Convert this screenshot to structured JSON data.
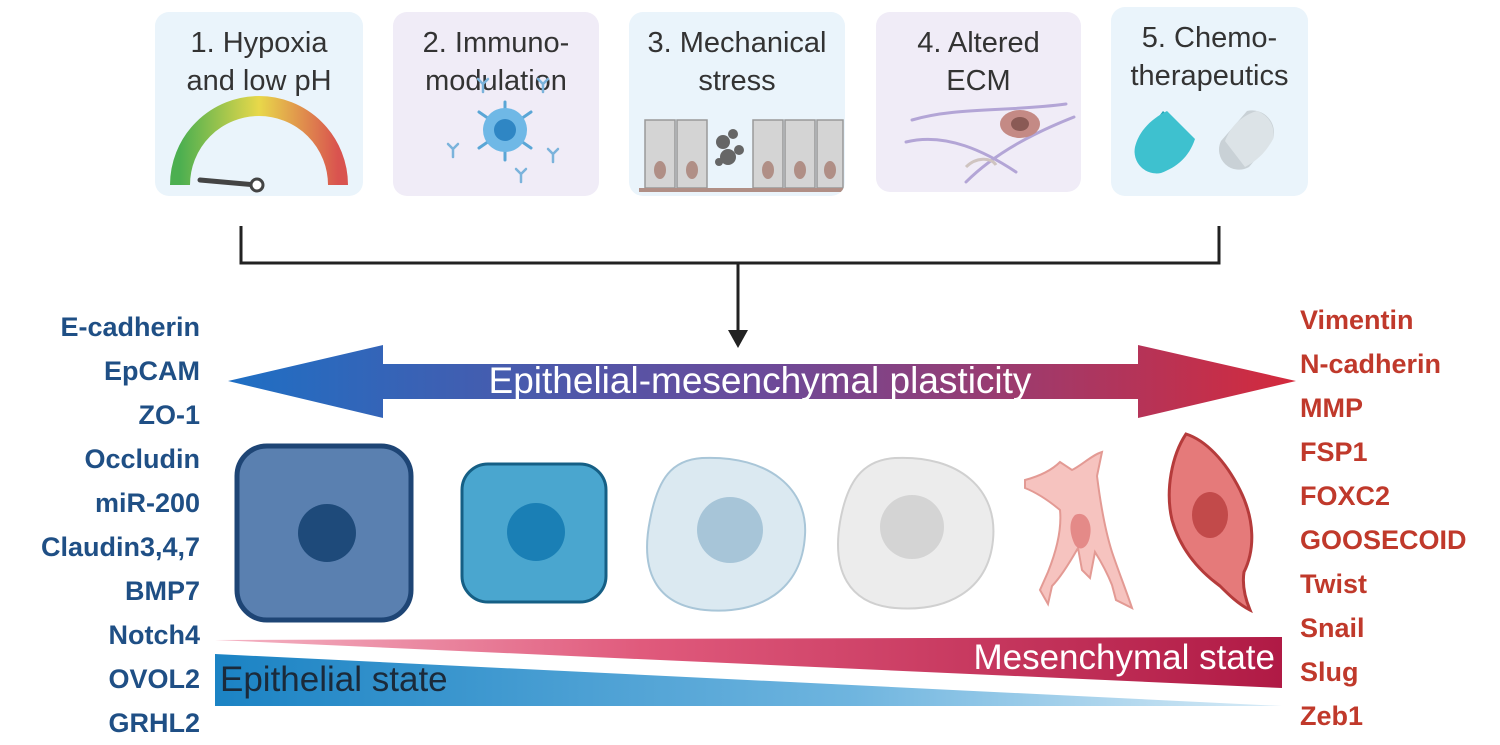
{
  "factors": [
    {
      "label": "1. Hypoxia\nand low pH",
      "bg": "#eaf4fb",
      "icon": "gauge-icon"
    },
    {
      "label": "2. Immuno-\nmodulation",
      "bg": "#f0ecf7",
      "icon": "immune-cell-icon"
    },
    {
      "label": "3. Mechanical\nstress",
      "bg": "#eaf4fb",
      "icon": "epithelium-icon"
    },
    {
      "label": "4. Altered\nECM",
      "bg": "#f0ecf7",
      "icon": "ecm-fibers-icon"
    },
    {
      "label": "5. Chemo-\ntherapeutics",
      "bg": "#eaf4fb",
      "icon": "pill-capsule-icon"
    }
  ],
  "arrow_label": "Epithelial-mesenchymal plasticity",
  "epithelial_markers": [
    "E-cadherin",
    "EpCAM",
    "ZO-1",
    "Occludin",
    "miR-200",
    "Claudin3,4,7",
    "BMP7",
    "Notch4",
    "OVOL2",
    "GRHL2"
  ],
  "mesenchymal_markers": [
    "Vimentin",
    "N-cadherin",
    "MMP",
    "FSP1",
    "FOXC2",
    "GOOSECOID",
    "Twist",
    "Snail",
    "Slug",
    "Zeb1"
  ],
  "mesenchymal_state_label": "Mesenchymal state",
  "epithelial_state_label": "Epithelial state",
  "colors": {
    "epithelial_blue": "#1f4f85",
    "mesenchymal_red": "#c0392b",
    "arrow_left": "#1e6fc4",
    "arrow_right": "#d42a3c"
  }
}
